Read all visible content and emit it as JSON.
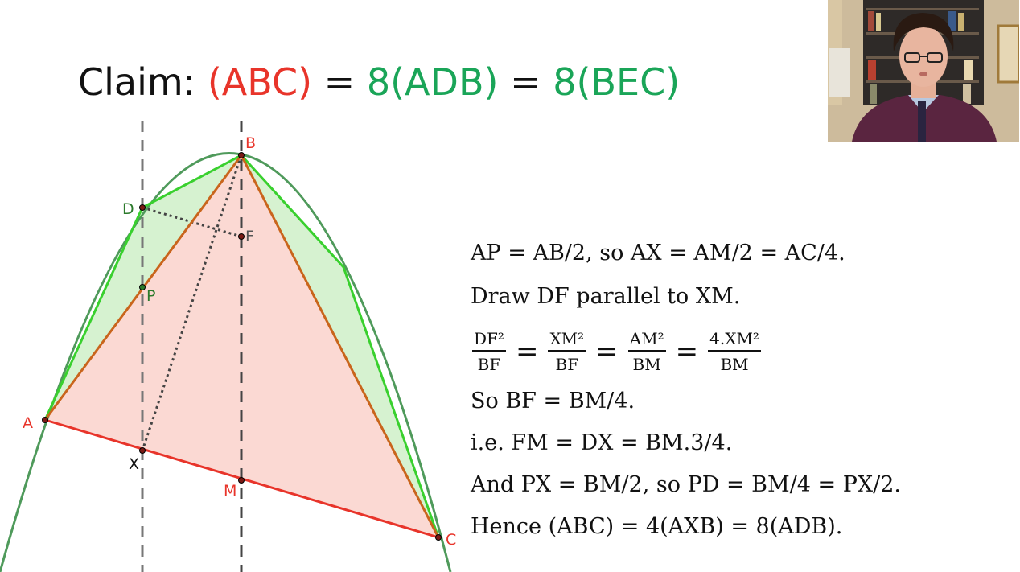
{
  "title": {
    "claim": "Claim:",
    "abc": "(ABC)",
    "eq1": "=",
    "adb": "8(ADB)",
    "eq2": "=",
    "bec": "8(BEC)"
  },
  "diagram": {
    "labels": {
      "B": "B",
      "D": "D",
      "F": "F",
      "P": "P",
      "A": "A",
      "X": "X",
      "M": "M",
      "C": "C"
    }
  },
  "proof": {
    "line1": "AP = AB/2, so AX = AM/2 = AC/4.",
    "line2": "Draw DF parallel to XM.",
    "frac1_num": "DF²",
    "frac1_den": "BF",
    "frac2_num": "XM²",
    "frac2_den": "BF",
    "frac3_num": "AM²",
    "frac3_den": "BM",
    "frac4_num": "4.XM²",
    "frac4_den": "BM",
    "eq": "=",
    "line4": "So BF = BM/4.",
    "line5": "i.e. FM = DX = BM.3/4.",
    "line6": "And PX = BM/2, so PD = BM/4 = PX/2.",
    "line7": "Hence (ABC) = 4(AXB) = 8(ADB)."
  },
  "colors": {
    "red": "#e8342a",
    "green": "#1aa558",
    "parabola": "#4f9a5b"
  }
}
